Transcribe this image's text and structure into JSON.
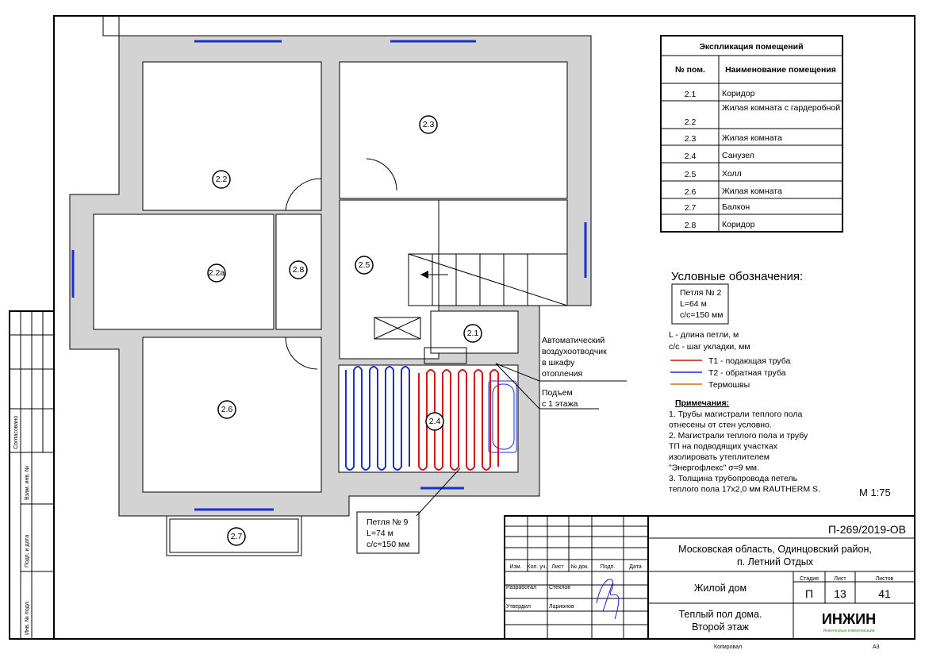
{
  "explication": {
    "title": "Экспликация помещений",
    "col_num": "№ пом.",
    "col_name": "Наименование помещения",
    "rows": [
      {
        "num": "2.1",
        "name": "Коридор"
      },
      {
        "num": "2.2",
        "name": "Жилая комната с гардеробной"
      },
      {
        "num": "2.3",
        "name": "Жилая комната"
      },
      {
        "num": "2.4",
        "name": "Санузел"
      },
      {
        "num": "2.5",
        "name": "Холл"
      },
      {
        "num": "2.6",
        "name": "Жилая комната"
      },
      {
        "num": "2.7",
        "name": "Балкон"
      },
      {
        "num": "2.8",
        "name": "Коридор"
      }
    ]
  },
  "rooms": [
    "2.2",
    "2.3",
    "2.2а",
    "2.8",
    "2.5",
    "2.1",
    "2.4",
    "2.6",
    "2.7"
  ],
  "legend": {
    "title": "Условные обозначения:",
    "sample_loop": [
      "Петля № 2",
      "L=64 м",
      "c/c=150 мм"
    ],
    "l_def": "L - длина петли, м",
    "cc_def": "c/c - шаг укладки, мм",
    "lines": [
      {
        "label": "T1 - подающая труба",
        "color": "#d01818"
      },
      {
        "label": "T2 - обратная труба",
        "color": "#1a2fd0"
      },
      {
        "label": "Термошвы",
        "color": "#c07810"
      }
    ]
  },
  "notes": {
    "title": "Примечания:",
    "lines": [
      "   1.   Трубы магистрали теплого пола",
      "отнесены от стен условно.",
      "   2.   Магистрали теплого пола и трубу",
      "ТП на подводящих участках",
      "изолировать утеплителем",
      "\"Энергофлекс\" σ=9 мм.",
      "   3.   Толщина трубопровода петель",
      "теплого пола 17х2,0 мм RAUTHERM S."
    ]
  },
  "scale": "М 1:75",
  "callouts": {
    "air_vent": [
      "Автоматический",
      "воздухоотводчик",
      "в шкафу",
      "отопления"
    ],
    "riser": [
      "Подъем",
      "с 1 этажа"
    ],
    "loop9": [
      "Петля № 9",
      "L=74 м",
      "c/c=150 мм"
    ]
  },
  "title_block": {
    "code": "П-269/2019-ОВ",
    "address": [
      "Московская область, Одинцовский район,",
      "п. Летний Отдых"
    ],
    "object": "Жилой дом",
    "sheet_title": [
      "Теплый пол дома.",
      "Второй этаж"
    ],
    "headers": [
      "Изм.",
      "Кол. уч.",
      "Лист",
      "№ док.",
      "Подп.",
      "Дата"
    ],
    "developed_label": "Разработал",
    "developed_name": "Стеклов",
    "approved_label": "Утвердил",
    "approved_name": "Ларионов",
    "stage_label": "Стадия",
    "sheet_label": "Лист",
    "sheets_label": "Листов",
    "stage": "П",
    "sheet": "13",
    "sheets": "41",
    "logo": "ИНЖИН",
    "logo_sub": "Инженерные коммуникации",
    "copied": "Копировал",
    "format": "А3"
  },
  "side_stamp": {
    "agreed": "Согласовано",
    "inv_replace": "Взам. инв. №",
    "sign_date": "Подп. и дата",
    "inv_orig": "Инв. № подл."
  }
}
